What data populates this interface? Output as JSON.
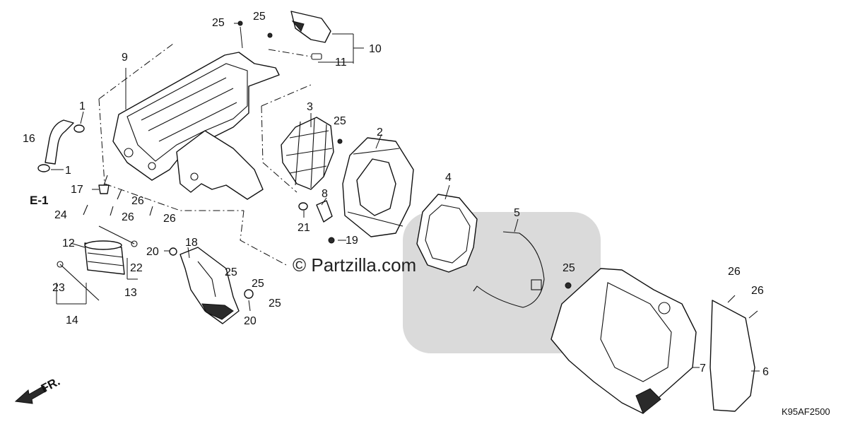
{
  "diagram": {
    "drawing_code": "K95AF2500",
    "watermark": "© Partzilla.com",
    "front_arrow_label": "FR.",
    "cross_reference": "E-1",
    "callouts": {
      "c1a": "1",
      "c1b": "1",
      "c2": "2",
      "c3": "3",
      "c4": "4",
      "c5": "5",
      "c6": "6",
      "c7": "7",
      "c8": "8",
      "c9": "9",
      "c10": "10",
      "c11": "11",
      "c12": "12",
      "c13": "13",
      "c14": "14",
      "c16": "16",
      "c17": "17",
      "c18": "18",
      "c19": "19",
      "c20a": "20",
      "c20b": "20",
      "c21": "21",
      "c22": "22",
      "c23": "23",
      "c24": "24",
      "c25a": "25",
      "c25b": "25",
      "c25c": "25",
      "c25d": "25",
      "c25e": "25",
      "c25f": "25",
      "c25g": "25",
      "c26a": "26",
      "c26b": "26",
      "c26c": "26",
      "c26d": "26",
      "c26e": "26"
    }
  }
}
